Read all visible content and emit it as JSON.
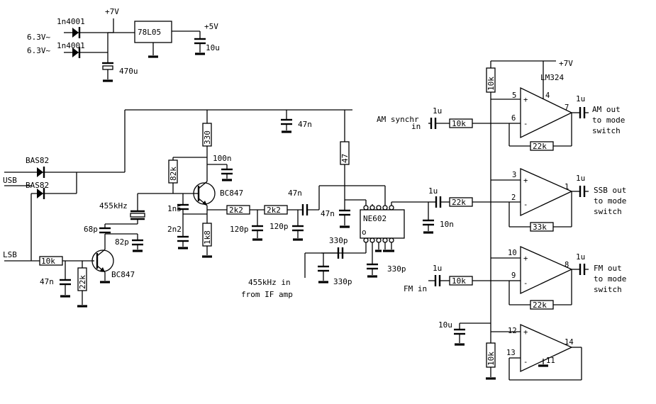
{
  "labels": {
    "d1": "1n4001",
    "d2": "1n4001",
    "ac1": "6.3V~",
    "ac2": "6.3V~",
    "plus7v_psu": "+7V",
    "regulator": "78L05",
    "plus5v": "+5V",
    "cap_10u_psu": "10u",
    "cap_470u": "470u",
    "cap_47n_rail": "47n",
    "bas82_a": "BAS82",
    "bas82_b": "BAS82",
    "usb": "USB",
    "lsb": "LSB",
    "res_10k_lsb": "10k",
    "cap_47n_lsb": "47n",
    "res_22k_lsb": "22k",
    "bc847_switch": "BC847",
    "cap_68p": "68p",
    "cap_82p": "82p",
    "crystal": "455kHz",
    "res_82k": "82k",
    "res_330": "330",
    "cap_100n": "100n",
    "bc847_osc": "BC847",
    "cap_1n5": "1n5",
    "cap_2n2": "2n2",
    "res_1k8": "1k8",
    "res_2k2_a": "2k2",
    "res_2k2_b": "2k2",
    "cap_120p_a": "120p",
    "cap_120p_b": "120p",
    "cap_47n_coupling": "47n",
    "res_47": "47",
    "cap_47n_ne602": "47n",
    "ne602": "NE602",
    "pin1_marker": "o",
    "cap_330p_input": "330p",
    "cap_330p_ne602": "330p",
    "cap_330p_shunt": "330p",
    "if_input_1": "455kHz in",
    "if_input_2": "from IF amp",
    "cap_10n": "10n",
    "cap_1u_ssb_in": "1u",
    "res_22k_ssb_in": "22k",
    "plus7v_opamp": "+7V",
    "lm324": "LM324",
    "res_10k_bias_top": "10k",
    "res_10k_bias_bottom": "10k",
    "cap_10u_bias": "10u",
    "plus_sign": "+",
    "minus_sign": "-",
    "pin_1": "1",
    "pin_2": "2",
    "pin_3": "3",
    "pin_4": "4",
    "pin_5": "5",
    "pin_6": "6",
    "pin_7": "7",
    "pin_8": "8",
    "pin_9": "9",
    "pin_10": "10",
    "pin_11": "11",
    "pin_12": "12",
    "pin_13": "13",
    "pin_14": "14",
    "res_22k_am_fb": "22k",
    "cap_1u_am_out": "1u",
    "am_out_1": "AM out",
    "am_out_2": "to mode",
    "am_out_3": "switch",
    "am_in_1": "AM synchr",
    "am_in_2": "in",
    "cap_1u_am_in": "1u",
    "res_10k_am_in": "10k",
    "res_33k_ssb_fb": "33k",
    "cap_1u_ssb_out": "1u",
    "ssb_out_1": "SSB out",
    "ssb_out_2": "to mode",
    "ssb_out_3": "switch",
    "res_22k_fm_fb": "22k",
    "cap_1u_fm_out": "1u",
    "fm_out_1": "FM out",
    "fm_out_2": "to mode",
    "fm_out_3": "switch",
    "fm_in": "FM in",
    "cap_1u_fm_in": "1u",
    "res_10k_fm_in": "10k"
  }
}
